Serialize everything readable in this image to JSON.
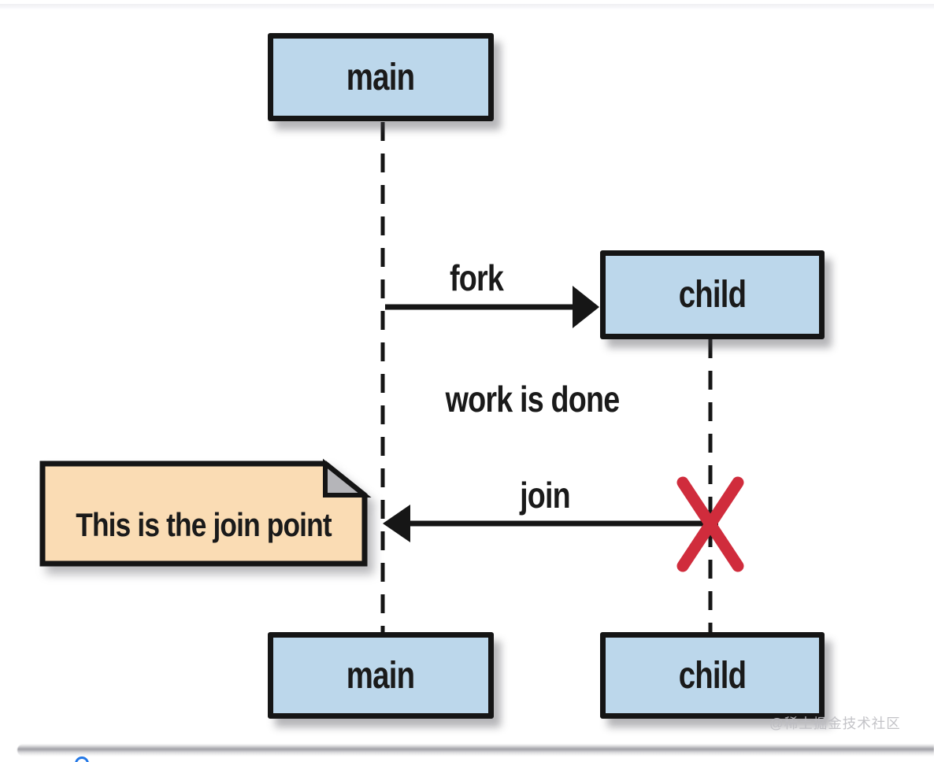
{
  "page": {
    "watermark": "@稀土掘金技术社区"
  },
  "diagram": {
    "type": "uml-sequence-fork-join",
    "actors": {
      "top_main": "main",
      "top_child": "child",
      "bottom_main": "main",
      "bottom_child": "child"
    },
    "messages": {
      "fork": "fork",
      "work_done": "work is done",
      "join": "join"
    },
    "note": {
      "text": "This is the join point"
    },
    "lifelines": [
      "main",
      "child"
    ]
  },
  "colors": {
    "actor_fill": "#bcd7eb",
    "actor_border": "#151515",
    "line_black": "#161616",
    "note_fill": "#fadcb4",
    "note_fold": "#b5b5b9",
    "terminate_red": "#d02c3c",
    "watermark_gray": "#bdbdc2",
    "link_blue": "#2277e6"
  }
}
